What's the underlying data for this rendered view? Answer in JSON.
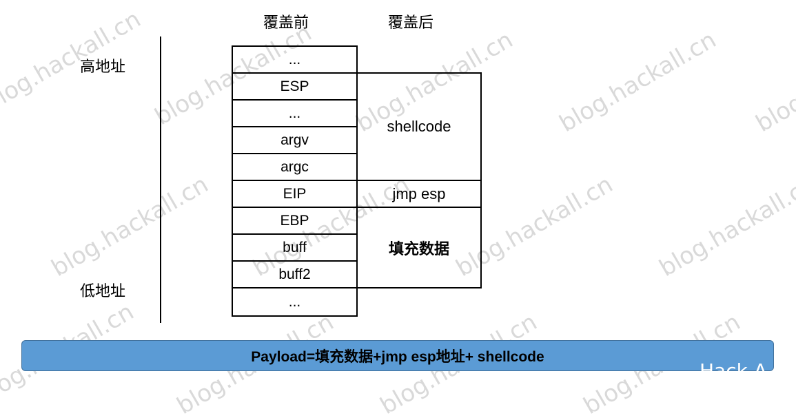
{
  "headers": {
    "before": "覆盖前",
    "after": "覆盖后"
  },
  "address": {
    "high": "高地址",
    "low": "低地址"
  },
  "stack_before": [
    "...",
    "ESP",
    "...",
    "argv",
    "argc",
    "EIP",
    "EBP",
    "buff",
    "buff2",
    "..."
  ],
  "stack_after": {
    "shellcode": "shellcode",
    "jmp": "jmp esp",
    "fill": "填充数据"
  },
  "payload": "Payload=填充数据+jmp esp地址+ shellcode",
  "watermark": "blog.hackall.cn",
  "brand": "Hack A",
  "colors": {
    "payload_bar": "#5b9bd5",
    "watermark": "#aaaaaa"
  }
}
